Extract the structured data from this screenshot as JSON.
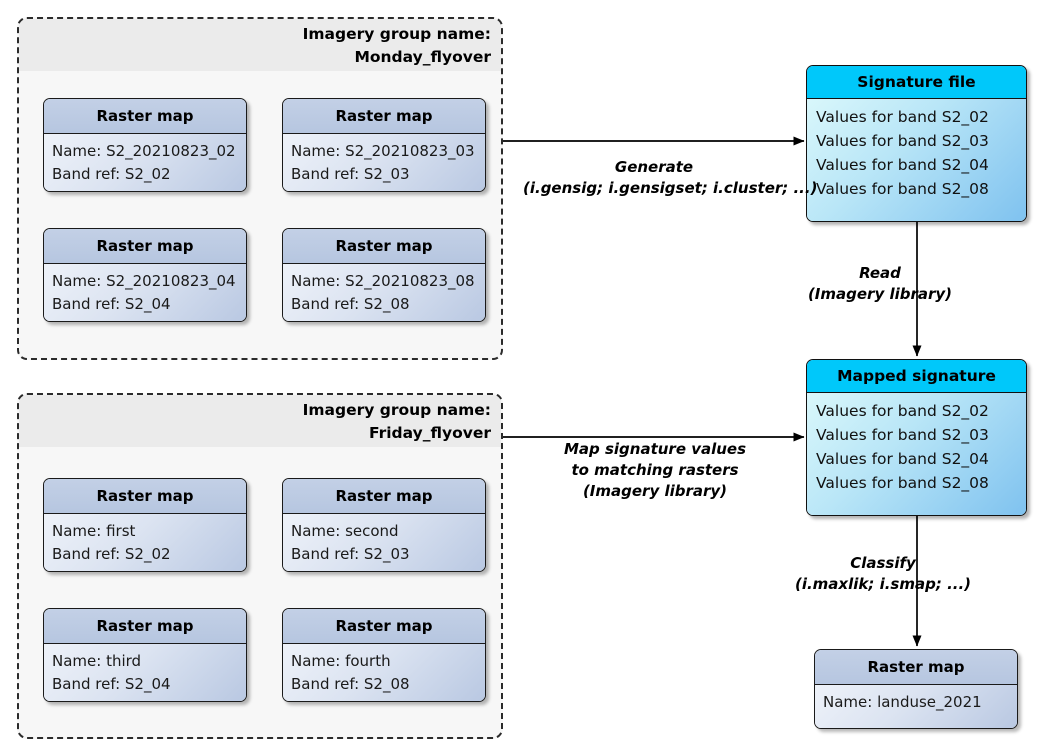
{
  "diagram": {
    "title_tooltip": "GRASS GIS imagery group signature workflow",
    "colors": {
      "group_fill": "#f7f7f7",
      "group_header_fill": "#ebebeb",
      "group_border": "#2b2b2b",
      "raster_header": "#b6c6e0",
      "raster_body": "#dbe3f1",
      "signature_header": "#00c8fa",
      "signature_body": "#9fd8f4",
      "line": "#000000"
    }
  },
  "groups": [
    {
      "header_line1": "Imagery group name:",
      "header_line2": "Monday_flyover",
      "rasters": [
        {
          "title": "Raster map",
          "name": "Name: S2_20210823_02",
          "band": "Band ref: S2_02"
        },
        {
          "title": "Raster map",
          "name": "Name: S2_20210823_03",
          "band": "Band ref: S2_03"
        },
        {
          "title": "Raster map",
          "name": "Name: S2_20210823_04",
          "band": "Band ref: S2_04"
        },
        {
          "title": "Raster map",
          "name": "Name: S2_20210823_08",
          "band": "Band ref: S2_08"
        }
      ]
    },
    {
      "header_line1": "Imagery group name:",
      "header_line2": "Friday_flyover",
      "rasters": [
        {
          "title": "Raster map",
          "name": "Name: first",
          "band": "Band ref: S2_02"
        },
        {
          "title": "Raster map",
          "name": "Name: second",
          "band": "Band ref: S2_03"
        },
        {
          "title": "Raster map",
          "name": "Name: third",
          "band": "Band ref: S2_04"
        },
        {
          "title": "Raster map",
          "name": "Name: fourth",
          "band": "Band ref: S2_08"
        }
      ]
    }
  ],
  "signature_file": {
    "title": "Signature file",
    "rows": [
      "Values for band S2_02",
      "Values for band S2_03",
      "Values for band S2_04",
      "Values for band S2_08"
    ]
  },
  "mapped_signature": {
    "title": "Mapped signature",
    "rows": [
      "Values for band S2_02",
      "Values for band S2_03",
      "Values for band S2_04",
      "Values for band S2_08"
    ]
  },
  "output_raster": {
    "title": "Raster map",
    "name": "Name: landuse_2021"
  },
  "edges": {
    "generate": {
      "line1": "Generate",
      "line2": "(i.gensig; i.gensigset; i.cluster; ...)"
    },
    "read": {
      "line1": "Read",
      "line2": "(Imagery library)"
    },
    "map_values": {
      "line1": "Map signature values",
      "line2": "to matching rasters",
      "line3": "(Imagery library)"
    },
    "classify": {
      "line1": "Classify",
      "line2": "(i.maxlik; i.smap; ...)"
    }
  },
  "icons": {
    "arrow_right": "arrow-right-icon",
    "arrow_down": "arrow-down-icon"
  }
}
